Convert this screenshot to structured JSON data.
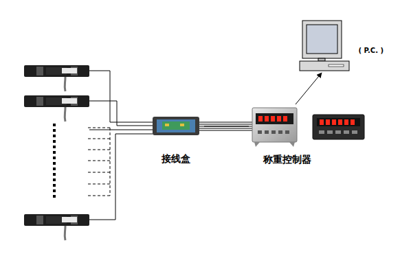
{
  "diagram": {
    "nodes": [
      {
        "text": [
          "接线盒"
        ]
      },
      {
        "text": [
          "称重控制器"
        ]
      },
      {
        "text": [
          "( P.C. )"
        ]
      }
    ],
    "edges": [
      {
        "from": 0,
        "to": 1,
        "arrow": "none"
      },
      {
        "from": 1,
        "to": 2,
        "arrow": "to"
      }
    ]
  }
}
